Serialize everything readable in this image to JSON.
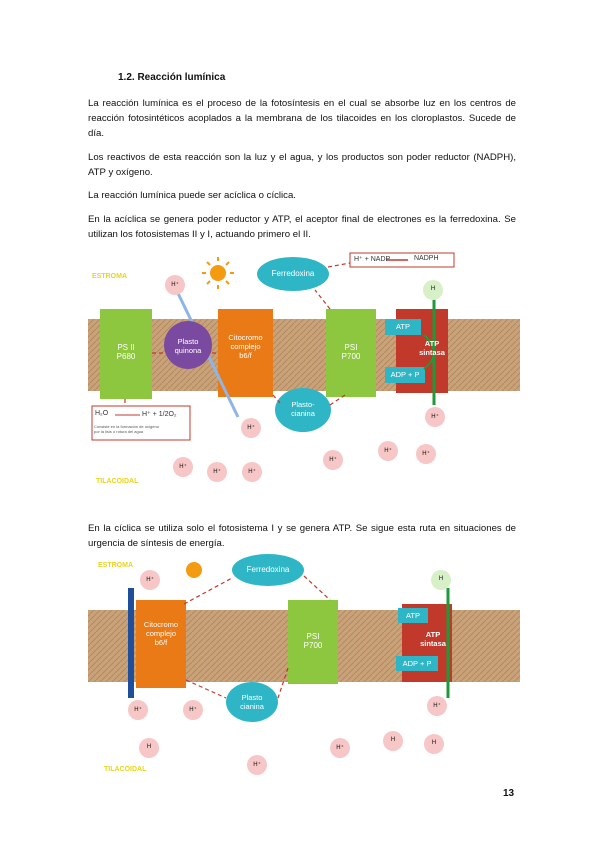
{
  "heading": "1.2. Reacción lumínica",
  "paragraphs": [
    "La reacción lumínica es el proceso de la fotosíntesis en el cual se absorbe luz en los centros de reacción fotosintéticos acoplados a la membrana de los tilacoides en los cloroplastos. Sucede de día.",
    "Los reactivos de esta reacción son la luz y el agua, y los productos son poder reductor (NADPH), ATP y oxígeno.",
    "La reacción lumínica puede ser acíclica o cíclica.",
    "En la acíclica se genera poder reductor y ATP, el aceptor final de electrones es la ferredoxina. Se utilizan los fotosistemas II y I, actuando primero el II.",
    "En la cíclica se utiliza solo el fotosistema I y se genera ATP. Se sigue esta ruta en situaciones de urgencia de síntesis de energía."
  ],
  "diagram1": {
    "stroma": "ESTROMA",
    "thylakoid": "TILACOIDAL",
    "psii": [
      "PS II",
      "P680"
    ],
    "plastoquinona": [
      "Plasto",
      "quinona"
    ],
    "citocromo": [
      "Citocromo",
      "complejo",
      "b6/f"
    ],
    "psi": [
      "PSI",
      "P700"
    ],
    "atp_sintasa": [
      "ATP",
      "sintasa"
    ],
    "atp": "ATP",
    "adp": "ADP + P",
    "ferredoxina": "Ferredoxina",
    "plastocianina": [
      "Plasto-",
      "cianina"
    ],
    "nadp_reaction": "H⁺ + NADP",
    "nadph": "NADPH",
    "water": "H₂O",
    "water_products": "H⁺ + 1/2O₂",
    "water_note": [
      "Consiste en la formación de oxígeno",
      "por la lisis o rotura del agua"
    ],
    "hplus": "H⁺",
    "h": "H"
  },
  "diagram2": {
    "stroma": "ESTROMA",
    "thylakoid": "TILACOIDAL",
    "citocromo": [
      "Citocromo",
      "complejo",
      "b6/f"
    ],
    "psi": [
      "PSI",
      "P700"
    ],
    "atp_sintasa": [
      "ATP",
      "sintasa"
    ],
    "atp": "ATP",
    "adp": "ADP + P",
    "ferredoxina": "Ferredoxina",
    "plastocianina": [
      "Plasto",
      "cianina"
    ],
    "hplus": "H⁺",
    "h": "H"
  },
  "page_number": "13",
  "colors": {
    "membrane": "#c9a27a",
    "orange": "#e97a16",
    "green": "#8dc63f",
    "red": "#c0392b",
    "teal": "#2fb6c6",
    "purple": "#7a4aa0",
    "hcircle": "#f7c6c6",
    "yellow_label": "#e8d51c"
  }
}
